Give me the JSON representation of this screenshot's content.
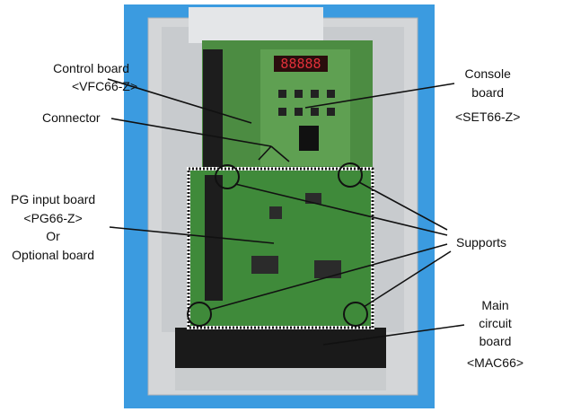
{
  "labels": {
    "control_board": [
      "Control board",
      "<VFC66-Z>"
    ],
    "connector": "Connector",
    "pg_input_board": [
      "PG input board",
      "<PG66-Z>",
      "Or",
      "Optional board"
    ],
    "console_board": [
      "Console",
      "board",
      "<SET66-Z>"
    ],
    "supports": "Supports",
    "main_circuit_board": [
      "Main",
      "circuit",
      "board",
      "<MAC66>"
    ]
  },
  "display_readout": "88888",
  "colors": {
    "background": "#3b9be0",
    "enclosure": "#d4d6d8",
    "pcb": "#3f8a3a",
    "display": "#e0303a"
  }
}
